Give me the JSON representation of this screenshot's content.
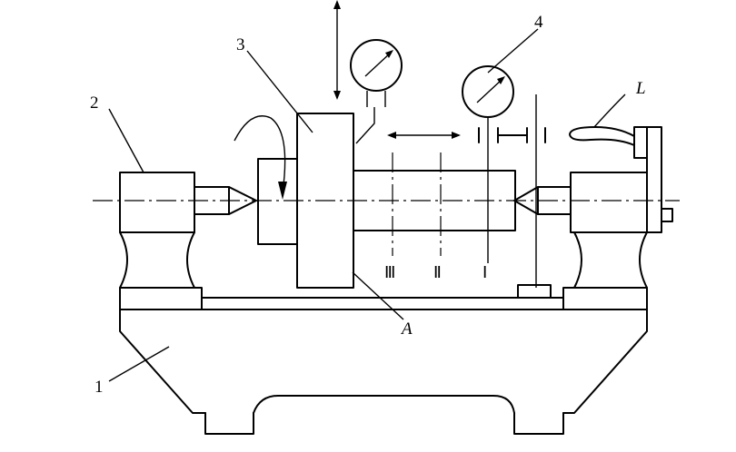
{
  "labels": {
    "label_1": "1",
    "label_2": "2",
    "label_3": "3",
    "label_4": "4",
    "label_L": "L",
    "label_A": "A"
  },
  "sections": [
    "Ⅲ",
    "Ⅱ",
    "Ⅰ"
  ]
}
